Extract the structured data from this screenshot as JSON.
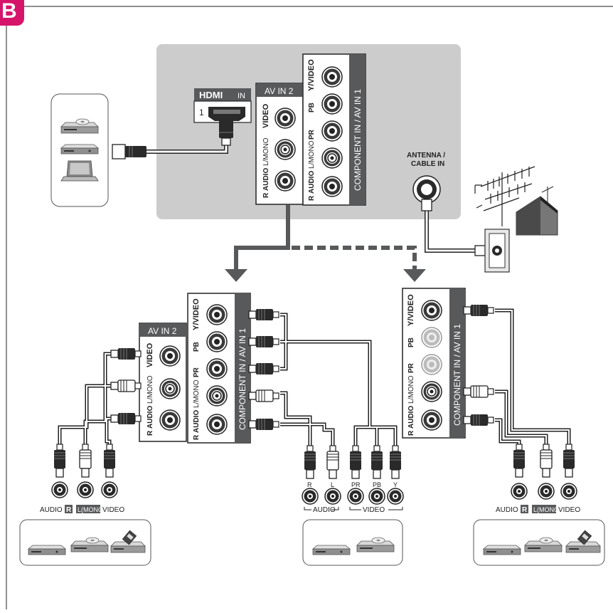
{
  "section_letter": "B",
  "tv_panel": {
    "hdmi_logo": "HDMI",
    "hdmi_in": "IN",
    "hdmi_port_number": "1",
    "av_in2": {
      "title": "AV IN 2",
      "video": "VIDEO",
      "audio_badge": "R",
      "audio": "AUDIO",
      "mono": "L/MONO"
    },
    "component": {
      "title": "COMPONENT IN / AV IN 1",
      "y_video": "Y/VIDEO",
      "pb": "PB",
      "pr": "PR",
      "audio_badge": "R",
      "audio": "AUDIO",
      "mono": "L/MONO"
    },
    "antenna_line1": "ANTENNA /",
    "antenna_line2": "CABLE IN"
  },
  "left_device_labels": {
    "audio": "AUDIO",
    "r": "R",
    "l_mono": "L(MONO",
    "video": "VIDEO"
  },
  "middle_device_labels": {
    "r": "R",
    "l": "L",
    "pr": "PR",
    "pb": "PB",
    "y": "Y",
    "audio": "AUDIO",
    "video": "VIDEO"
  },
  "right_device_labels": {
    "audio": "AUDIO",
    "r": "R",
    "l_mono": "L(MONO",
    "video": "VIDEO"
  },
  "icons": [
    "dvd-player-icon",
    "set-top-box-icon",
    "laptop-icon",
    "vcr-icon",
    "antenna-icon",
    "house-icon",
    "wall-outlet-icon"
  ],
  "colors": {
    "badge": "#d6146a",
    "panel": "#cccccc",
    "dark_strip": "#58595b",
    "jack": "#1a1a1a"
  }
}
